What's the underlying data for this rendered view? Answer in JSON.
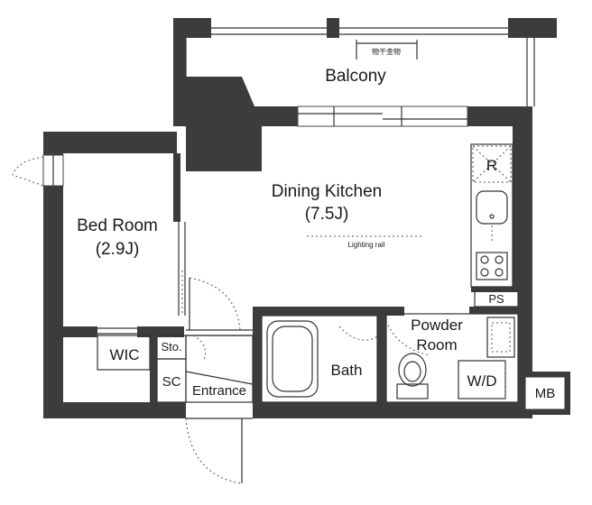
{
  "rooms": {
    "balcony": "Balcony",
    "balcony_note": "物干金物",
    "dining_kitchen": "Dining Kitchen",
    "dining_kitchen_size": "(7.5J)",
    "lighting_rail": "Lighting rail",
    "bed_room": "Bed Room",
    "bed_room_size": "(2.9J)",
    "wic": "WIC",
    "storage": "Sto.",
    "shoe_closet": "SC",
    "entrance": "Entrance",
    "bath": "Bath",
    "powder_room_line1": "Powder",
    "powder_room_line2": "Room",
    "washer_dryer": "W/D",
    "pipe_space": "PS",
    "meter_box": "MB",
    "refrigerator": "R"
  },
  "colors": {
    "wall": "#3c3c3c",
    "line": "#333333",
    "background": "#ffffff"
  }
}
